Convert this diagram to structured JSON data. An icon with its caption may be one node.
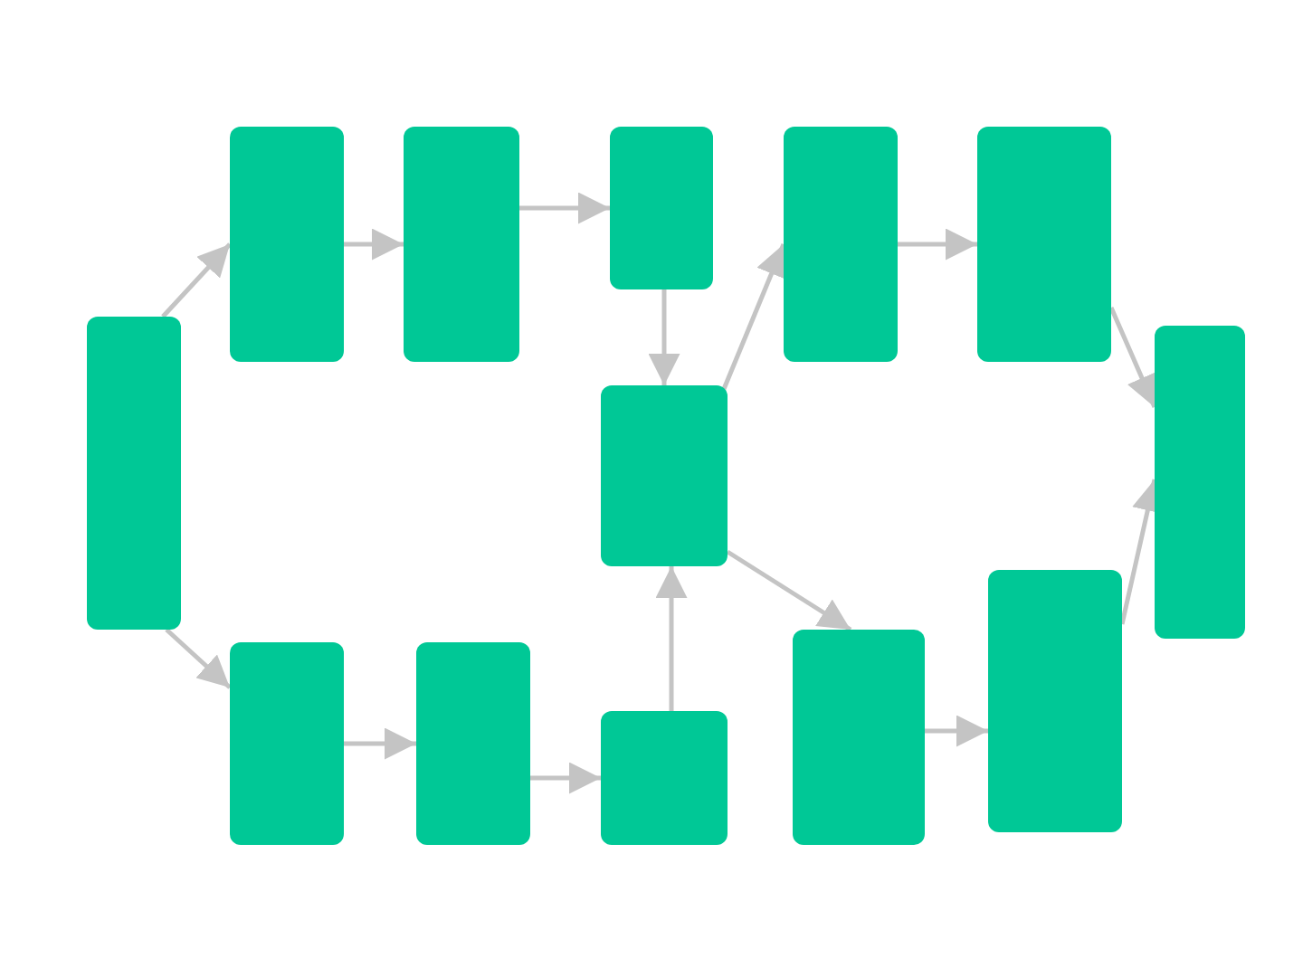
{
  "diagram": {
    "nodes": [
      {
        "text": [],
        "shape": "box"
      },
      {
        "text": [],
        "shape": "box"
      },
      {
        "text": [],
        "shape": "box"
      },
      {
        "text": [],
        "shape": "box"
      },
      {
        "text": [],
        "shape": "box"
      },
      {
        "text": [],
        "shape": "box"
      },
      {
        "text": [],
        "shape": "box"
      },
      {
        "text": [],
        "shape": "box"
      },
      {
        "text": [],
        "shape": "box"
      },
      {
        "text": [],
        "shape": "box"
      },
      {
        "text": [],
        "shape": "box"
      },
      {
        "text": [],
        "shape": "box"
      },
      {
        "text": [],
        "shape": "box"
      }
    ],
    "edges": [
      {
        "from": 0,
        "to": 1,
        "arrow": "to"
      },
      {
        "from": 0,
        "to": 8,
        "arrow": "to"
      },
      {
        "from": 1,
        "to": 2,
        "arrow": "to"
      },
      {
        "from": 2,
        "to": 3,
        "arrow": "to"
      },
      {
        "from": 3,
        "to": 7,
        "arrow": "to"
      },
      {
        "from": 7,
        "to": 4,
        "arrow": "to"
      },
      {
        "from": 4,
        "to": 5,
        "arrow": "to"
      },
      {
        "from": 5,
        "to": 6,
        "arrow": "to"
      },
      {
        "from": 8,
        "to": 9,
        "arrow": "to"
      },
      {
        "from": 9,
        "to": 10,
        "arrow": "to"
      },
      {
        "from": 10,
        "to": 7,
        "arrow": "to"
      },
      {
        "from": 7,
        "to": 11,
        "arrow": "to"
      },
      {
        "from": 11,
        "to": 12,
        "arrow": "to"
      },
      {
        "from": 12,
        "to": 6,
        "arrow": "to"
      }
    ]
  }
}
